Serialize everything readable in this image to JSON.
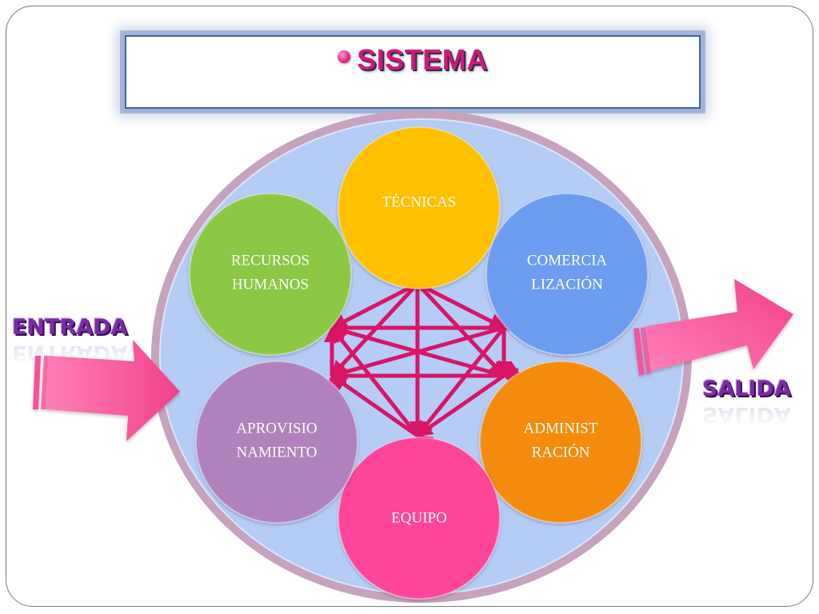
{
  "title": "SISTEMA",
  "input_label": "ENTRADA",
  "output_label": "SALIDA",
  "nodes": [
    {
      "id": "tecnicas",
      "lines": [
        "TÉCNICAS"
      ],
      "color": "#ffc000"
    },
    {
      "id": "comercializacion",
      "lines": [
        "COMERCIA",
        "LIZACIÓN"
      ],
      "color": "#6c9cf0"
    },
    {
      "id": "administracion",
      "lines": [
        "ADMINIST",
        "RACIÓN"
      ],
      "color": "#f58b10"
    },
    {
      "id": "equipo",
      "lines": [
        "EQUIPO"
      ],
      "color": "#ff4499"
    },
    {
      "id": "aprovisionamiento",
      "lines": [
        "APROVISIO",
        "NAMIENTO"
      ],
      "color": "#b181be"
    },
    {
      "id": "recursos-humanos",
      "lines": [
        "RECURSOS",
        "HUMANOS"
      ],
      "color": "#8bc944"
    }
  ],
  "colors": {
    "system_fill": "#b5ccf5",
    "system_border": "#c09ab8",
    "connector": "#d91566",
    "arrow": "#f5539a",
    "frame_border": "#3b63a8",
    "label": "#7b2aa8"
  }
}
